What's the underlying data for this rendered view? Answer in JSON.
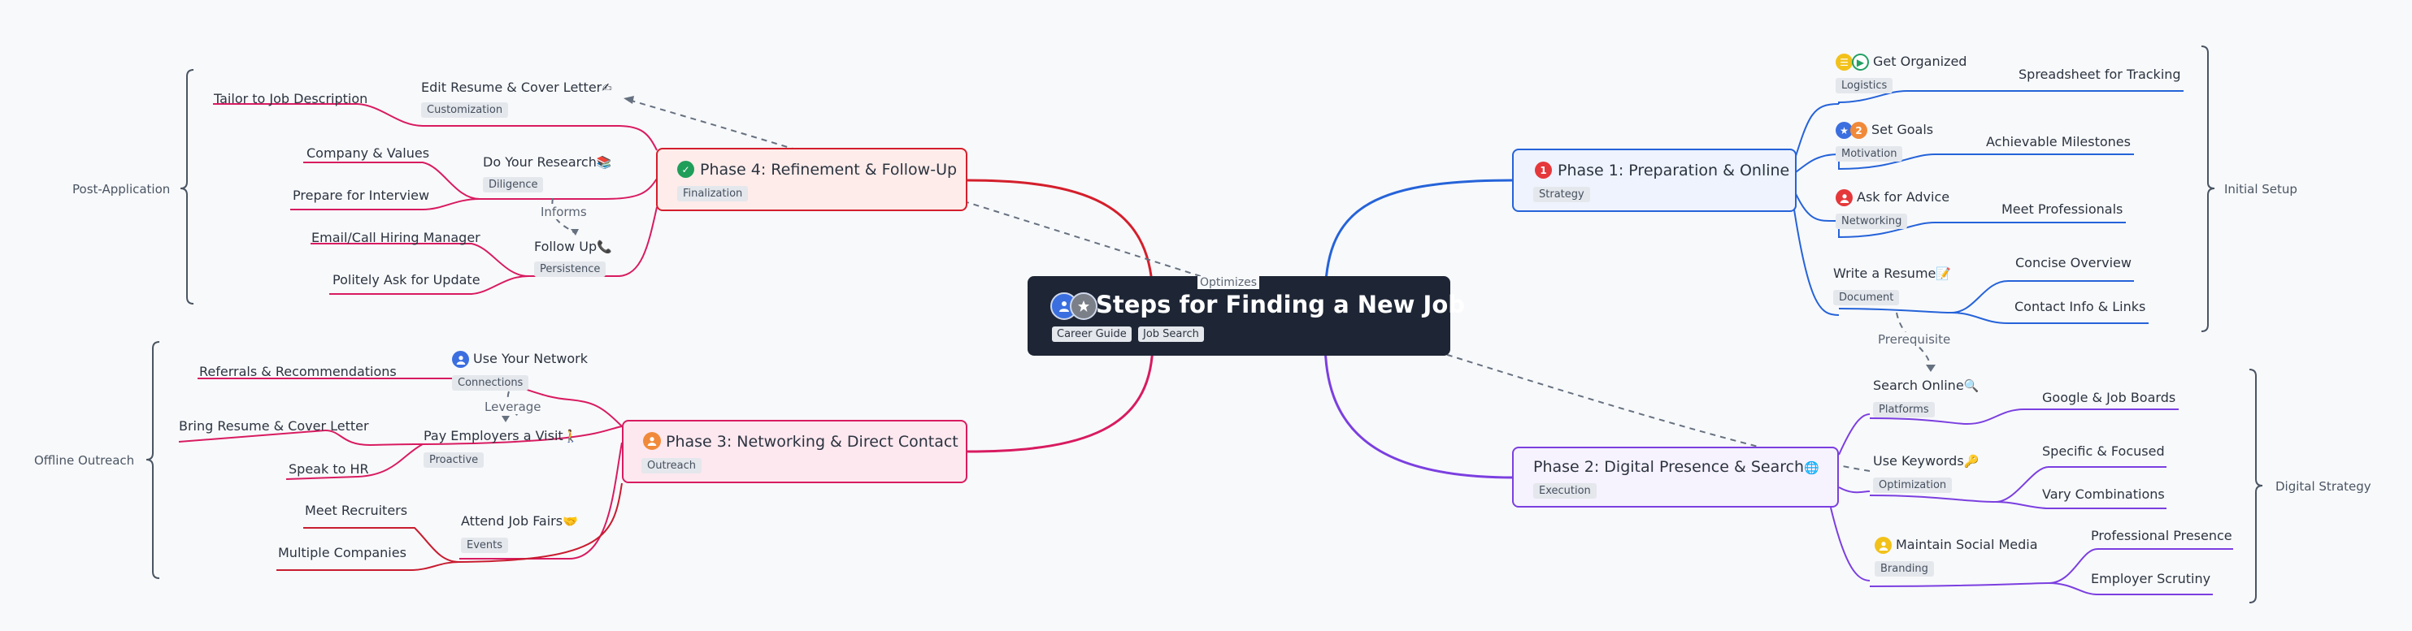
{
  "root": {
    "title": "Steps for Finding a New Job",
    "tags": [
      "Career Guide",
      "Job Search"
    ]
  },
  "phases": {
    "p1": {
      "title": "Phase 1: Preparation & Online",
      "tag": "Strategy",
      "badge": "1",
      "color": "#2563d9"
    },
    "p2": {
      "title": "Phase 2: Digital Presence & Search",
      "emoji": "🌐",
      "tag": "Execution",
      "color": "#7b3fe0"
    },
    "p3": {
      "title": "Phase 3: Networking & Direct Contact",
      "tag": "Outreach",
      "color": "#d81b60"
    },
    "p4": {
      "title": "Phase 4: Refinement & Follow-Up",
      "tag": "Finalization",
      "badge": "✓",
      "color": "#d41f2c"
    }
  },
  "topics": {
    "organized": {
      "label": "Get Organized",
      "tag": "Logistics"
    },
    "goals": {
      "label": "Set Goals",
      "tag": "Motivation",
      "badge": "2"
    },
    "advice": {
      "label": "Ask for Advice",
      "tag": "Networking"
    },
    "resume": {
      "label": "Write a Resume",
      "emoji": "📝",
      "tag": "Document"
    },
    "search": {
      "label": "Search Online",
      "emoji": "🔍",
      "tag": "Platforms"
    },
    "keywords": {
      "label": "Use Keywords",
      "emoji": "🔑",
      "tag": "Optimization"
    },
    "social": {
      "label": "Maintain Social Media",
      "tag": "Branding"
    },
    "network": {
      "label": "Use Your Network",
      "tag": "Connections"
    },
    "visit": {
      "label": "Pay Employers a Visit",
      "emoji": "🚶",
      "tag": "Proactive"
    },
    "fairs": {
      "label": "Attend Job Fairs",
      "emoji": "🤝",
      "tag": "Events"
    },
    "editresume": {
      "label": "Edit Resume & Cover Letter",
      "emoji": "✍",
      "tag": "Customization"
    },
    "research": {
      "label": "Do Your Research",
      "emoji": "📚",
      "tag": "Diligence"
    },
    "followup": {
      "label": "Follow Up",
      "emoji": "📞",
      "tag": "Persistence"
    }
  },
  "leaves": {
    "spreadsheet": "Spreadsheet for Tracking",
    "milestones": "Achievable Milestones",
    "professionals": "Meet Professionals",
    "concise": "Concise Overview",
    "contactinfo": "Contact Info & Links",
    "google": "Google & Job Boards",
    "specific": "Specific & Focused",
    "vary": "Vary Combinations",
    "profpresence": "Professional Presence",
    "scrutiny": "Employer Scrutiny",
    "referrals": "Referrals & Recommendations",
    "bring": "Bring Resume & Cover Letter",
    "speakhr": "Speak to HR",
    "recruiters": "Meet Recruiters",
    "multiple": "Multiple Companies",
    "tailor": "Tailor to Job Description",
    "company": "Company & Values",
    "interview": "Prepare for Interview",
    "email": "Email/Call Hiring Manager",
    "politely": "Politely Ask for Update"
  },
  "groups": {
    "initial": "Initial Setup",
    "digital": "Digital Strategy",
    "offline": "Offline Outreach",
    "post": "Post-Application"
  },
  "connections": {
    "optimizes": "Optimizes",
    "prerequisite": "Prerequisite",
    "informs": "Informs",
    "leverage": "Leverage"
  }
}
